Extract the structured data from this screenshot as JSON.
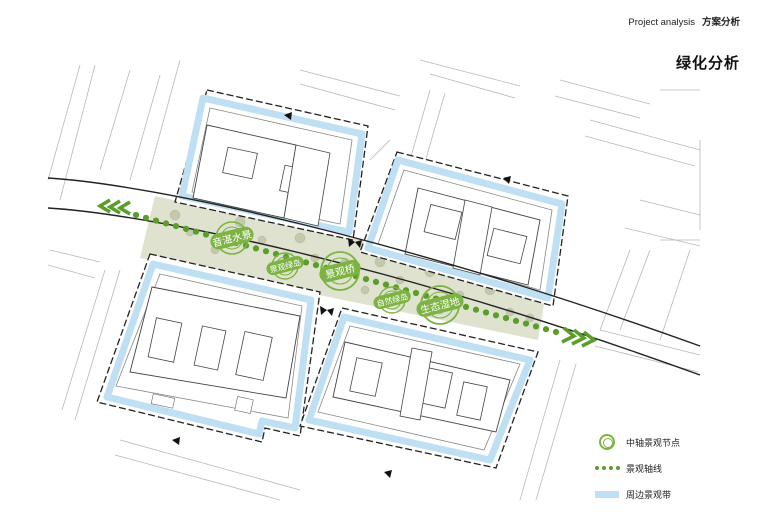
{
  "header": {
    "en": "Project analysis",
    "cn": "方案分析"
  },
  "title": "绿化分析",
  "nodes": [
    {
      "label": "音湛水景"
    },
    {
      "label": "景观绿岛"
    },
    {
      "label": "景观桥"
    },
    {
      "label": "自然绿岛"
    },
    {
      "label": "生态湿地"
    }
  ],
  "legend": {
    "items": [
      {
        "icon": "double-ring-icon",
        "label": "中轴景观节点"
      },
      {
        "icon": "dotted-line-icon",
        "label": "景观轴线"
      },
      {
        "icon": "blue-band-icon",
        "label": "周边景观带"
      }
    ]
  },
  "colors": {
    "green": "#5a9e2a",
    "light_green": "#7cb342",
    "blue_band": "#bfe0f2",
    "plaza": "#d8ddc6",
    "line": "#333333"
  }
}
